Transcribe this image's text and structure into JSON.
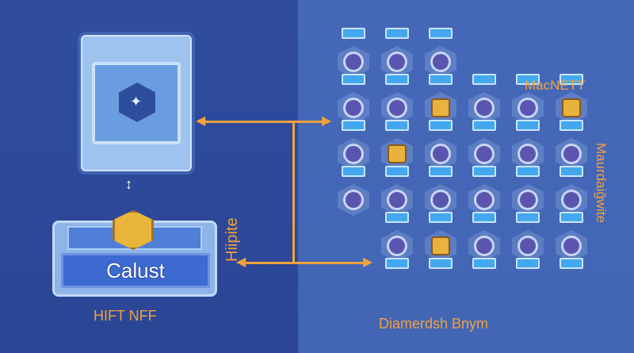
{
  "left": {
    "card_label": "",
    "chest_label": "Calust",
    "caption": "HIFT NFF",
    "vertical_label": "Hiipite"
  },
  "right": {
    "top_label": "MacNETT",
    "vertical_label": "Maurdaiğwite",
    "bottom_label": "Diamerdsh Bnym"
  },
  "colors": {
    "accent": "#f0a23c",
    "left_bg": "#2f4c9f",
    "right_bg": "#4568b8"
  }
}
